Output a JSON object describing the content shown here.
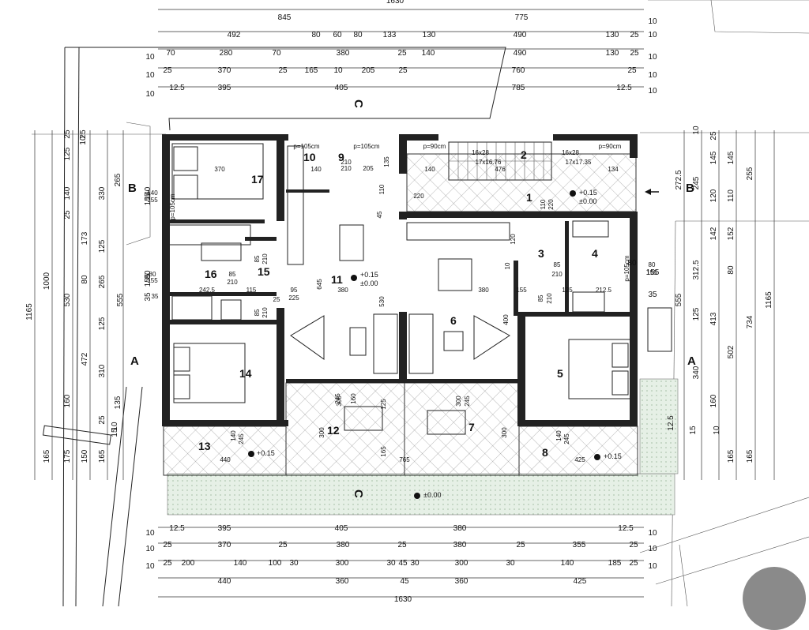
{
  "dims_top": [
    {
      "t": "1630"
    },
    {
      "t": "845"
    },
    {
      "t": "775"
    },
    {
      "t": "10"
    },
    {
      "t": "492"
    },
    {
      "t": "80"
    },
    {
      "t": "60"
    },
    {
      "t": "80"
    },
    {
      "t": "133"
    },
    {
      "t": "130"
    },
    {
      "t": "490"
    },
    {
      "t": "130"
    },
    {
      "t": "25"
    },
    {
      "t": "10"
    },
    {
      "t": "10"
    },
    {
      "t": "70"
    },
    {
      "t": "280"
    },
    {
      "t": "70"
    },
    {
      "t": "380"
    },
    {
      "t": "25"
    },
    {
      "t": "140"
    },
    {
      "t": "490"
    },
    {
      "t": "130"
    },
    {
      "t": "25"
    },
    {
      "t": "10"
    },
    {
      "t": "10"
    },
    {
      "t": "25"
    },
    {
      "t": "370"
    },
    {
      "t": "25"
    },
    {
      "t": "165"
    },
    {
      "t": "10"
    },
    {
      "t": "205"
    },
    {
      "t": "25"
    },
    {
      "t": "760"
    },
    {
      "t": "25"
    },
    {
      "t": "10"
    },
    {
      "t": "10"
    },
    {
      "t": "12.5"
    },
    {
      "t": "395"
    },
    {
      "t": "405"
    },
    {
      "t": "785"
    },
    {
      "t": "12.5"
    },
    {
      "t": "10"
    }
  ],
  "dims_bottom": [
    {
      "t": "10"
    },
    {
      "t": "12.5"
    },
    {
      "t": "395"
    },
    {
      "t": "405"
    },
    {
      "t": "380"
    },
    {
      "t": "12.5"
    },
    {
      "t": "10"
    },
    {
      "t": "10"
    },
    {
      "t": "25"
    },
    {
      "t": "370"
    },
    {
      "t": "25"
    },
    {
      "t": "380"
    },
    {
      "t": "25"
    },
    {
      "t": "380"
    },
    {
      "t": "25"
    },
    {
      "t": "355"
    },
    {
      "t": "25"
    },
    {
      "t": "10"
    },
    {
      "t": "10"
    },
    {
      "t": "25"
    },
    {
      "t": "200"
    },
    {
      "t": "140"
    },
    {
      "t": "100"
    },
    {
      "t": "30"
    },
    {
      "t": "300"
    },
    {
      "t": "30"
    },
    {
      "t": "45"
    },
    {
      "t": "30"
    },
    {
      "t": "300"
    },
    {
      "t": "30"
    },
    {
      "t": "140"
    },
    {
      "t": "185"
    },
    {
      "t": "25"
    },
    {
      "t": "10"
    },
    {
      "t": "440"
    },
    {
      "t": "360"
    },
    {
      "t": "45"
    },
    {
      "t": "360"
    },
    {
      "t": "425"
    },
    {
      "t": "1630"
    }
  ],
  "dims_left": [
    {
      "t": "1165"
    },
    {
      "t": "1000"
    },
    {
      "t": "25"
    },
    {
      "t": "125"
    },
    {
      "t": "25"
    },
    {
      "t": "10"
    },
    {
      "t": "265"
    },
    {
      "t": "140"
    },
    {
      "t": "330"
    },
    {
      "t": "140"
    },
    {
      "t": "155"
    },
    {
      "t": "25"
    },
    {
      "t": "173"
    },
    {
      "t": "125"
    },
    {
      "t": "80"
    },
    {
      "t": "265"
    },
    {
      "t": "80"
    },
    {
      "t": "155"
    },
    {
      "t": "35"
    },
    {
      "t": "530"
    },
    {
      "t": "555"
    },
    {
      "t": "125"
    },
    {
      "t": "472"
    },
    {
      "t": "310"
    },
    {
      "t": "160"
    },
    {
      "t": "135"
    },
    {
      "t": "25"
    },
    {
      "t": "10"
    },
    {
      "t": "15"
    },
    {
      "t": "165"
    },
    {
      "t": "175"
    },
    {
      "t": "150"
    },
    {
      "t": "165"
    }
  ],
  "dims_right": [
    {
      "t": "10"
    },
    {
      "t": "25"
    },
    {
      "t": "145"
    },
    {
      "t": "145"
    },
    {
      "t": "255"
    },
    {
      "t": "272.5"
    },
    {
      "t": "245"
    },
    {
      "t": "120"
    },
    {
      "t": "110"
    },
    {
      "t": "142"
    },
    {
      "t": "152"
    },
    {
      "t": "312.5"
    },
    {
      "t": "80"
    },
    {
      "t": "80"
    },
    {
      "t": "155"
    },
    {
      "t": "35"
    },
    {
      "t": "555"
    },
    {
      "t": "1165"
    },
    {
      "t": "125"
    },
    {
      "t": "413"
    },
    {
      "t": "734"
    },
    {
      "t": "502"
    },
    {
      "t": "340"
    },
    {
      "t": "160"
    },
    {
      "t": "12.5"
    },
    {
      "t": "15"
    },
    {
      "t": "10"
    },
    {
      "t": "165"
    },
    {
      "t": "165"
    }
  ],
  "section_marks": {
    "a_left": "A",
    "a_right": "A",
    "b_left": "B",
    "b_right": "B",
    "c_top": "C",
    "c_bottom": "C"
  },
  "rooms": [
    {
      "n": "17"
    },
    {
      "n": "10"
    },
    {
      "n": "9"
    },
    {
      "n": "2"
    },
    {
      "n": "1"
    },
    {
      "n": "16"
    },
    {
      "n": "15"
    },
    {
      "n": "11"
    },
    {
      "n": "3"
    },
    {
      "n": "4"
    },
    {
      "n": "6"
    },
    {
      "n": "14"
    },
    {
      "n": "5"
    },
    {
      "n": "12"
    },
    {
      "n": "7"
    },
    {
      "n": "13"
    },
    {
      "n": "8"
    }
  ],
  "levels": {
    "l1": "+0.15",
    "l1b": "±0.00",
    "l11": "+0.15",
    "l11b": "±0.00",
    "l13": "+0.15",
    "l8": "+0.15",
    "l_garden": "±0.00"
  },
  "interior_dims": [
    {
      "t": "370"
    },
    {
      "t": "140"
    },
    {
      "t": "155"
    },
    {
      "t": "p=105cm"
    },
    {
      "t": "80"
    },
    {
      "t": "155"
    },
    {
      "t": "35"
    },
    {
      "t": "242.5"
    },
    {
      "t": "115"
    },
    {
      "t": "85"
    },
    {
      "t": "210"
    },
    {
      "t": "85"
    },
    {
      "t": "210"
    },
    {
      "t": "25"
    },
    {
      "t": "95"
    },
    {
      "t": "225"
    },
    {
      "t": "85"
    },
    {
      "t": "210"
    },
    {
      "t": "p=105cm"
    },
    {
      "t": "p=105cm"
    },
    {
      "t": "140"
    },
    {
      "t": "210"
    },
    {
      "t": "205"
    },
    {
      "t": "210"
    },
    {
      "t": "135"
    },
    {
      "t": "110"
    },
    {
      "t": "220"
    },
    {
      "t": "45"
    },
    {
      "t": "645"
    },
    {
      "t": "380"
    },
    {
      "t": "530"
    },
    {
      "t": "p=90cm"
    },
    {
      "t": "16x28"
    },
    {
      "t": "17x16.76"
    },
    {
      "t": "16x28"
    },
    {
      "t": "17x17.35"
    },
    {
      "t": "p=90cm"
    },
    {
      "t": "140"
    },
    {
      "t": "476"
    },
    {
      "t": "134"
    },
    {
      "t": "110"
    },
    {
      "t": "220"
    },
    {
      "t": "120"
    },
    {
      "t": "10"
    },
    {
      "t": "85"
    },
    {
      "t": "210"
    },
    {
      "t": "380"
    },
    {
      "t": "400"
    },
    {
      "t": "155"
    },
    {
      "t": "125"
    },
    {
      "t": "212.5"
    },
    {
      "t": "85"
    },
    {
      "t": "210"
    },
    {
      "t": "80"
    },
    {
      "t": "155"
    },
    {
      "t": "p=105cm"
    },
    {
      "t": "160"
    },
    {
      "t": "300"
    },
    {
      "t": "245"
    },
    {
      "t": "125"
    },
    {
      "t": "300"
    },
    {
      "t": "165"
    },
    {
      "t": "300"
    },
    {
      "t": "245"
    },
    {
      "t": "300"
    },
    {
      "t": "765"
    },
    {
      "t": "440"
    },
    {
      "t": "140"
    },
    {
      "t": "245"
    },
    {
      "t": "140"
    },
    {
      "t": "245"
    },
    {
      "t": "425"
    }
  ]
}
